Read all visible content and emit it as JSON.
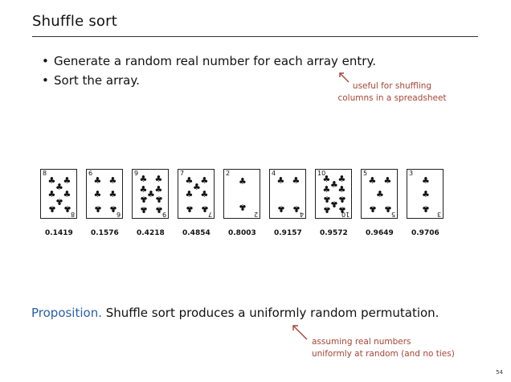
{
  "title": "Shuffle sort",
  "bullets": [
    "Generate a random real number for each array entry.",
    "Sort the array."
  ],
  "note_top": [
    "useful for shuffling",
    "columns in a spreadsheet"
  ],
  "cards": [
    {
      "rank": "8",
      "suit": "club-icon",
      "value": "0.1419"
    },
    {
      "rank": "6",
      "suit": "club-icon",
      "value": "0.1576"
    },
    {
      "rank": "9",
      "suit": "club-icon",
      "value": "0.4218"
    },
    {
      "rank": "7",
      "suit": "club-icon",
      "value": "0.4854"
    },
    {
      "rank": "2",
      "suit": "club-icon",
      "value": "0.8003"
    },
    {
      "rank": "4",
      "suit": "club-icon",
      "value": "0.9157"
    },
    {
      "rank": "10",
      "suit": "club-icon",
      "value": "0.9572"
    },
    {
      "rank": "5",
      "suit": "club-icon",
      "value": "0.9649"
    },
    {
      "rank": "3",
      "suit": "club-icon",
      "value": "0.9706"
    }
  ],
  "proposition": {
    "label": "Proposition.",
    "text": "Shuffle sort produces a uniformly random permutation."
  },
  "note_bottom": [
    "assuming real numbers",
    "uniformly at random (and no ties)"
  ],
  "page_number": "54",
  "colors": {
    "accent_blue": "#2a5fa8",
    "note_red": "#a64535"
  }
}
